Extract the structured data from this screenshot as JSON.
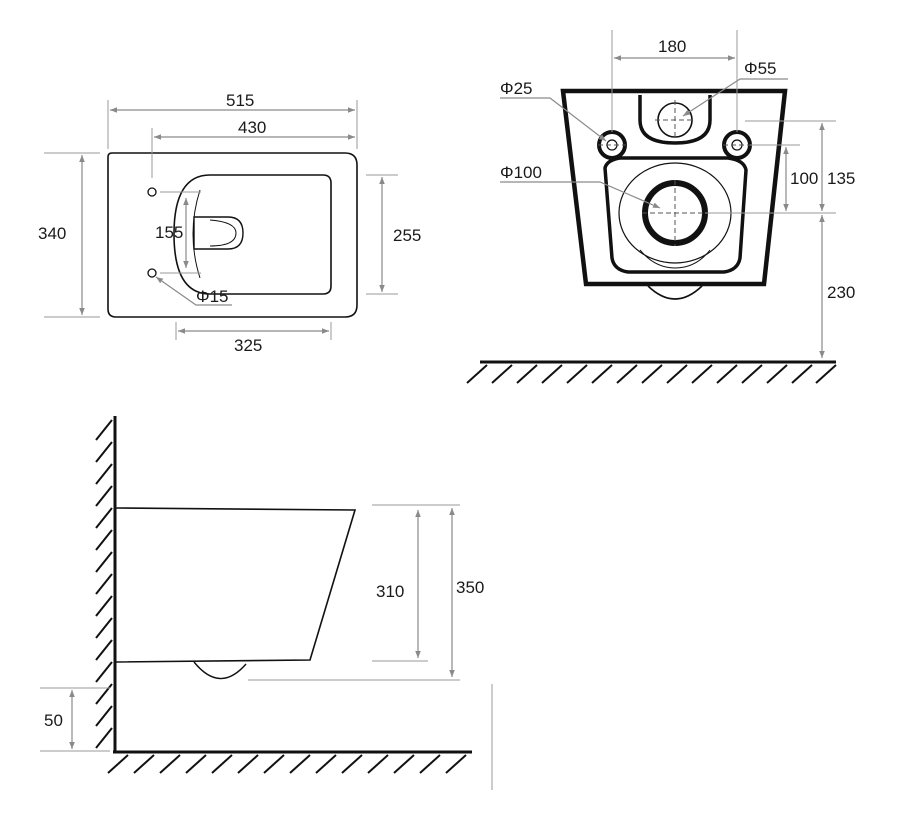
{
  "top_view": {
    "width_overall": "515",
    "width_inner": "430",
    "depth_overall": "340",
    "rim_depth": "255",
    "bowl_length": "325",
    "hole_spacing": "155",
    "hole_diameter": "Φ15"
  },
  "front_view": {
    "bolt_spacing": "180",
    "outlet_diameter": "Φ55",
    "bolt_diameter": "Φ25",
    "drain_diameter": "Φ100",
    "bolt_to_drain": "100",
    "top_to_drain": "135",
    "drain_height": "230"
  },
  "side_view": {
    "front_height": "310",
    "total_height": "350",
    "foot_height": "50"
  }
}
